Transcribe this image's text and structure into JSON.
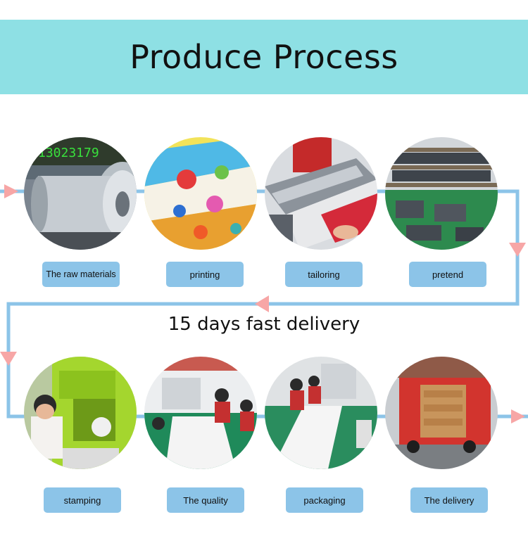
{
  "title": "Produce Process",
  "subtitle": "15 days fast delivery",
  "phone_sign": "13023179",
  "colors": {
    "banner": "#8ee0e4",
    "label_bg": "#8cc4e8",
    "flow_line": "#8cc4e8",
    "arrow": "#f7a6a6"
  },
  "steps_row1": [
    {
      "label": "The raw materials"
    },
    {
      "label": "printing"
    },
    {
      "label": "tailoring"
    },
    {
      "label": "pretend"
    }
  ],
  "steps_row2": [
    {
      "label": "stamping"
    },
    {
      "label": "The quality"
    },
    {
      "label": "packaging"
    },
    {
      "label": "The delivery"
    }
  ]
}
